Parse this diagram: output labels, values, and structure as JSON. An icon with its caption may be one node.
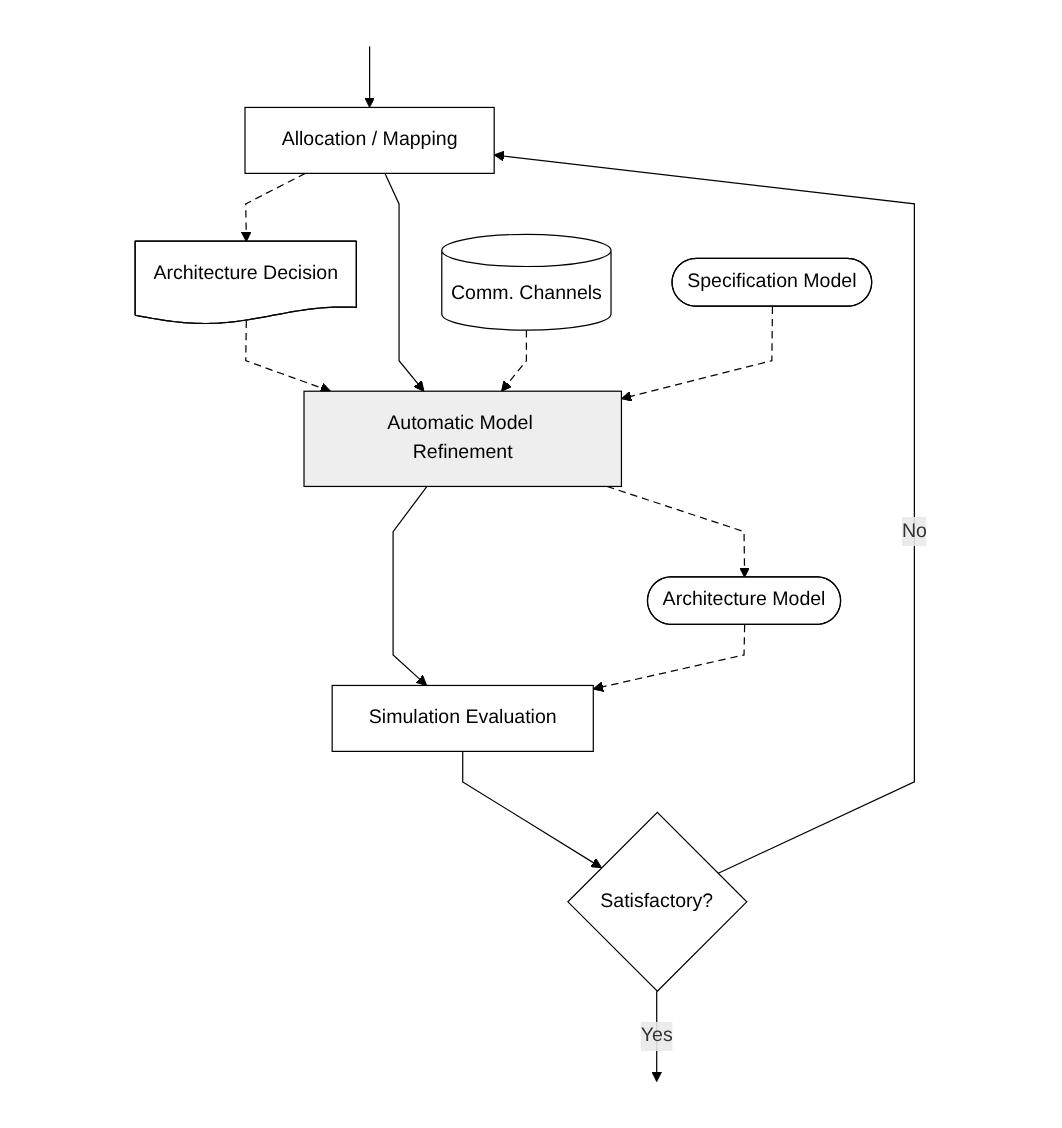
{
  "diagram": {
    "nodes": [
      {
        "text": [
          "Allocation / Mapping"
        ]
      },
      {
        "text": [
          "Architecture Decision"
        ]
      },
      {
        "text": [
          "Automatic Model Refinement"
        ]
      },
      {
        "text": [
          "Comm. Channels"
        ]
      },
      {
        "text": [
          "Specification Model"
        ]
      },
      {
        "text": [
          "Simulation Evaluation"
        ]
      },
      {
        "text": [
          "Architecture Model"
        ]
      },
      {
        "text": [
          "Satisfactory?"
        ]
      }
    ],
    "edges": [
      {
        "from": null,
        "to": 0,
        "arrow": "to"
      },
      {
        "from": 0,
        "to": 1,
        "arrow": "to",
        "style": "dashed"
      },
      {
        "from": 1,
        "to": 2,
        "arrow": "to",
        "style": "dashed"
      },
      {
        "from": 0,
        "to": 2,
        "arrow": "to"
      },
      {
        "from": 3,
        "to": 2,
        "arrow": "to",
        "style": "dashed"
      },
      {
        "from": 4,
        "to": 2,
        "arrow": "to",
        "style": "dashed"
      },
      {
        "from": 2,
        "to": 6,
        "arrow": "to",
        "style": "dashed"
      },
      {
        "from": 2,
        "to": 5,
        "arrow": "to"
      },
      {
        "from": 6,
        "to": 5,
        "arrow": "to",
        "style": "dashed"
      },
      {
        "from": 5,
        "to": 7,
        "arrow": "to"
      },
      {
        "from": 7,
        "to": 0,
        "arrow": "to",
        "label": "No"
      },
      {
        "from": 7,
        "to": null,
        "arrow": "to",
        "label": "Yes"
      }
    ]
  }
}
